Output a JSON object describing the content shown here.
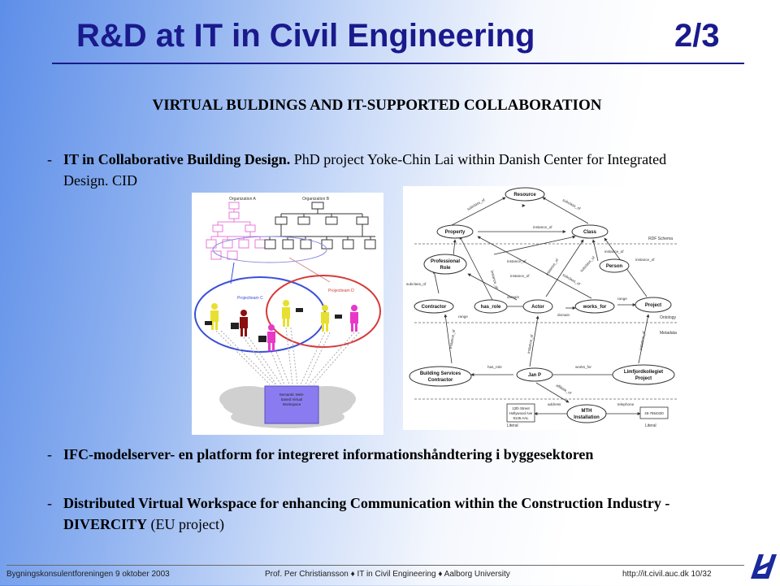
{
  "slide": {
    "title": "R&D at IT in Civil Engineering",
    "page_indicator": "2/3",
    "subtitle": "VIRTUAL BULDINGS AND IT-SUPPORTED COLLABORATION"
  },
  "bullets": [
    {
      "dash": "-",
      "bold": "IT in Collaborative Building Design.",
      "rest": " PhD project Yoke-Chin Lai within  Danish Center for Integrated Design. CID"
    },
    {
      "dash": "-",
      "bold": "IFC-modelserver- en platform for integreret informationshåndtering i byggesektoren",
      "rest": ""
    },
    {
      "dash": "-",
      "bold": "Distributed Virtual Workspace for enhancing Communication within the Construction Industry -  DIVERCITY",
      "rest": " (EU project)"
    }
  ],
  "figure_a": {
    "org_a": "Organization A",
    "org_b": "Organization B",
    "team_c": "Projectteam C",
    "team_d": "Projectteam D",
    "workspace": [
      "Semantic Web-",
      "based Virtual",
      "Workspace"
    ]
  },
  "figure_b": {
    "nodes": {
      "resource": "Resource",
      "property": "Property",
      "class": "Class",
      "professional_role_1": "Professional",
      "professional_role_2": "Role",
      "person": "Person",
      "contractor": "Contractor",
      "has_role": "has_role",
      "actor": "Actor",
      "works_for": "works_for",
      "project": "Project",
      "building_services_1": "Building Services",
      "building_services_2": "Contractor",
      "jan_p": "Jan P",
      "limfjord_1": "Limfjordkollegiet",
      "limfjord_2": "Project",
      "mth_1": "MTH",
      "mth_2": "Installation",
      "address_1": "12th Street",
      "address_2": "Hollywood Ave",
      "address_3": "9145 AAL",
      "phone": "45-7654320"
    },
    "edges": {
      "subclass_of": "subclass_of",
      "instance_of": "instance_of",
      "domain": "domain",
      "range": "range",
      "has_role": "has_role",
      "works_for": "works_for",
      "affiliate_of": "affiliate_of",
      "address": "address",
      "telephone": "telephone"
    },
    "layers": {
      "rdf_schema": "RDF Schema",
      "ontology": "Ontology",
      "metadata": "Metadata",
      "literal": "Literal"
    }
  },
  "footer": {
    "left": "Bygningskonsulentforeningen  9 oktober 2003",
    "middle": "Prof. Per Christiansson ♦ IT in Civil Engineering ♦ Aalborg University",
    "right": "http://it.civil.auc.dk  10/32"
  },
  "colors": {
    "title": "#1a1a8c",
    "team_c": "#3a4fd8",
    "team_d": "#d83a3a",
    "org_a": "#e878d8",
    "workspace": "#8a7cf0"
  },
  "icons": {
    "logo": "university-logo-icon"
  }
}
